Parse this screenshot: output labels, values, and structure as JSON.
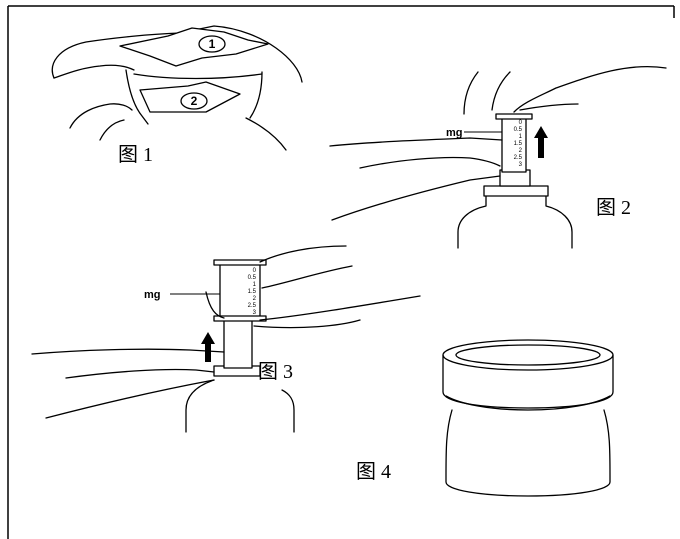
{
  "figures": {
    "fig1": {
      "label": "图 1",
      "step1": "1",
      "step2": "2"
    },
    "fig2": {
      "label": "图 2",
      "unit": "mg",
      "scale": [
        "0",
        "0.5",
        "1",
        "1.5",
        "2",
        "2.5",
        "3"
      ]
    },
    "fig3": {
      "label": "图 3",
      "unit": "mg",
      "scale": [
        "0",
        "0.5",
        "1",
        "1.5",
        "2",
        "2.5",
        "3"
      ]
    },
    "fig4": {
      "label": "图 4"
    }
  }
}
